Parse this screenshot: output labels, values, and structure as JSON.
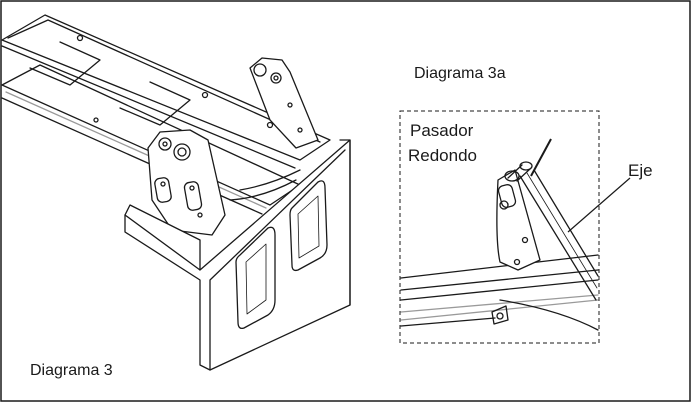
{
  "labels": {
    "diagram_main": "Diagrama 3",
    "diagram_detail": "Diagrama 3a",
    "pin": "Pasador",
    "pin_line2": "Redondo",
    "axle": "Eje"
  },
  "colors": {
    "line": "#1a1a1a",
    "rail_shade": "#9a9a9a",
    "background": "#ffffff"
  }
}
